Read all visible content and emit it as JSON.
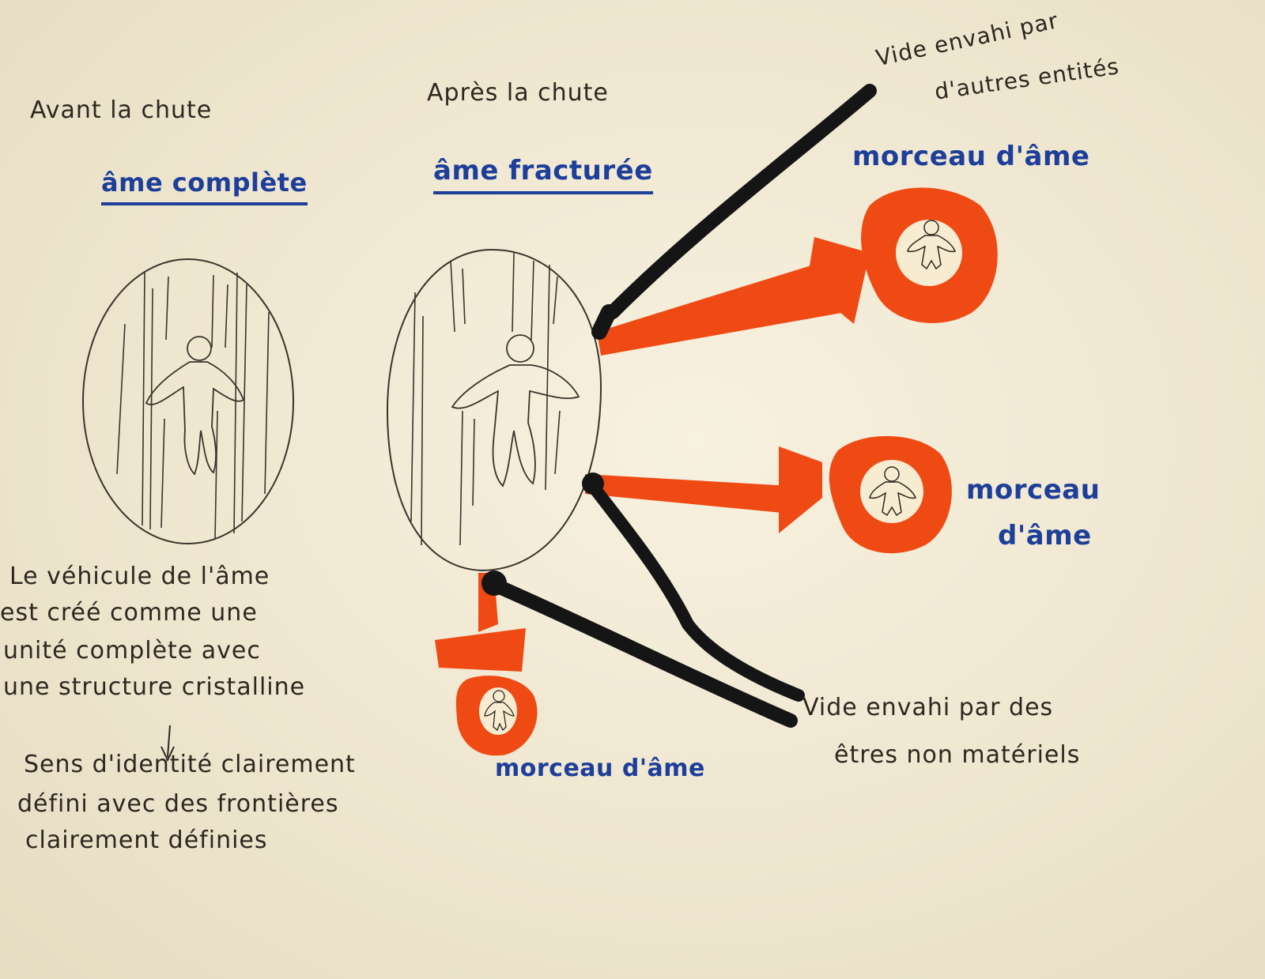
{
  "before": {
    "title": "Avant la chute",
    "subtitle": "âme complète",
    "description": [
      "Le véhicule de l'âme",
      "est créé comme une",
      "unité complète avec",
      "une structure cristalline"
    ],
    "result": [
      "Sens d'identité clairement",
      "défini avec des frontières",
      "clairement définies"
    ]
  },
  "after": {
    "title": "Après la chute",
    "subtitle": "âme fracturée"
  },
  "fragments": [
    {
      "label": "morceau d'âme"
    },
    {
      "label_line1": "morceau",
      "label_line2": "d'âme"
    },
    {
      "label": "morceau d'âme"
    }
  ],
  "voids": {
    "top": [
      "Vide envahi par",
      "d'autres entités"
    ],
    "bottom": [
      "Vide envahi par des",
      "êtres non matériels"
    ]
  },
  "colors": {
    "paper": "#f3ecd8",
    "ink": "#2c2820",
    "blue_ink": "#1d3f9a",
    "orange": "#f04a14",
    "black_marker": "#151515"
  }
}
